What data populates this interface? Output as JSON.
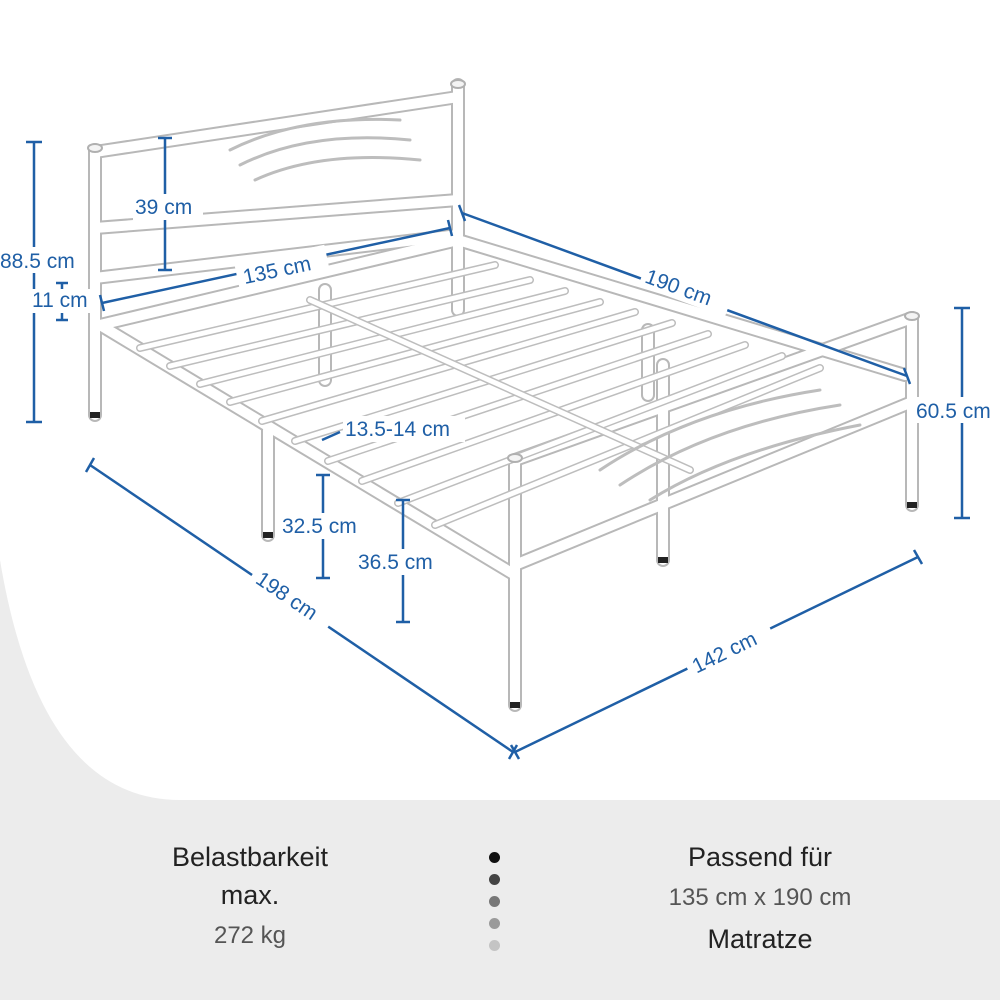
{
  "dimensions": {
    "total_height": "88.5 cm",
    "headboard_panel": "39 cm",
    "headboard_gap": "11 cm",
    "inner_width": "135 cm",
    "inner_length": "190 cm",
    "footboard_height": "60.5 cm",
    "slat_gap": "13.5-14 cm",
    "center_leg_height": "32.5 cm",
    "under_bed_clearance": "36.5 cm",
    "outer_length": "198 cm",
    "outer_width": "142 cm"
  },
  "specs": {
    "capacity_title_line1": "Belastbarkeit",
    "capacity_title_line2": "max.",
    "capacity_value": "272 kg",
    "fits_title": "Passend für",
    "fits_value": "135 cm x 190 cm",
    "fits_label": "Matratze"
  },
  "colors": {
    "dimension": "#1f5fa6",
    "background": "#ececec",
    "frame": "#ffffff"
  }
}
